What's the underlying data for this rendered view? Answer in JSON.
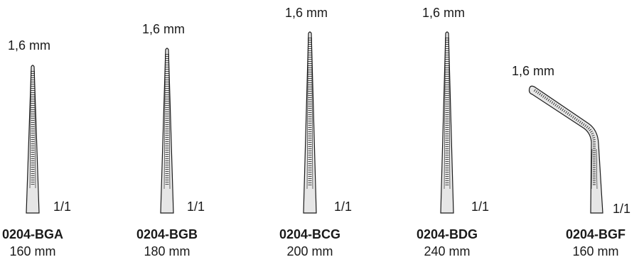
{
  "instruments": [
    {
      "code": "0204-BGA",
      "length": "160 mm",
      "tip_width": "1,6 mm",
      "scale": "1/1"
    },
    {
      "code": "0204-BGB",
      "length": "180 mm",
      "tip_width": "1,6 mm",
      "scale": "1/1"
    },
    {
      "code": "0204-BCG",
      "length": "200 mm",
      "tip_width": "1,6 mm",
      "scale": "1/1"
    },
    {
      "code": "0204-BDG",
      "length": "240 mm",
      "tip_width": "1,6 mm",
      "scale": "1/1"
    },
    {
      "code": "0204-BGF",
      "length": "160 mm",
      "tip_width": "1,6 mm",
      "scale": "1/1"
    }
  ],
  "colors": {
    "blade_fill": "#e6e6e6",
    "outline": "#1a1a1a"
  }
}
